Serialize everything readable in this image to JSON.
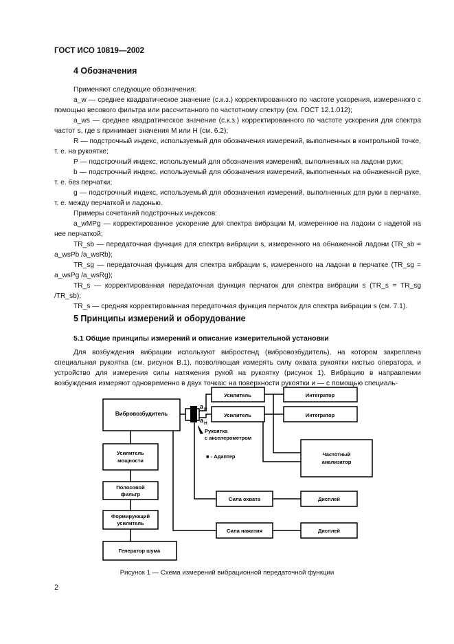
{
  "header": {
    "title": "ГОСТ ИСО 10819—2002"
  },
  "section4": {
    "title": "4 Обозначения",
    "lines": [
      "Применяют следующие обозначения:",
      "a_w — среднее квадратическое значение (с.к.з.) корректированного по частоте ускорения, измеренного с помощью весового фильтра или рассчитанного по частотному спектру (см. ГОСТ 12.1.012);",
      "a_ws — среднее квадратическое значение (с.к.з.) корректированного по частоте ускорения для спектра частот s, где s принимает значения M или H (см. 6.2);",
      "R — подстрочный индекс, используемый для обозначения измерений, выполненных в контрольной точке, т. е. на рукоятке;",
      "P — подстрочный индекс, используемый для обозначения измерений, выполненных на ладони руки;",
      "b — подстрочный индекс, используемый для обозначения измерений, выполненных на обнаженной руке, т. е. без перчатки;",
      "g — подстрочный индекс, используемый для обозначения измерений, выполненных для руки в перчатке, т. е. между перчаткой и ладонью.",
      "Примеры сочетаний подстрочных индексов:",
      "a_wMPg — корректированное ускорение для спектра вибрации M, измеренное на ладони с надетой на нее перчаткой;",
      "TR_sb — передаточная функция для спектра вибрации s, измеренного на обнаженной ладони (TR_sb = a_wsPb /a_wsRb);",
      "TR_sg — передаточная функция для спектра вибрации s, измеренного на ладони в перчатке (TR_sg = a_wsPg /a_wsRg);",
      "TR_s — корректированная передаточная функция перчаток для спектра вибрации s (TR_s = TR_sg /TR_sb);",
      "TR_s — средняя корректированная передаточная функция перчаток для спектра вибрации s (см. 7.1)."
    ]
  },
  "section5": {
    "title": "5 Принципы измерений и оборудование",
    "sub_title": "5.1 Общие принципы измерений и описание измерительной установки",
    "para": "Для возбуждения вибрации используют вибростенд (вибровозбудитель), на котором закреплена специальная рукоятка (см. рисунок В.1), позволяющая измерять силу охвата рукоятки кистью оператора, и устройство для измерения силы натяжения рукой на рукоятку (рисунок 1). Вибрацию в направлении возбуждения измеряют одновременно в двух точках: на поверхности рукоятки и — с помощью специаль-"
  },
  "figure": {
    "blocks": {
      "shaker": "Вибровозбудитель",
      "amp1": "Усилитель",
      "amp2": "Усилитель",
      "int1": "Интегратор",
      "int2": "Интегратор",
      "power_amp_1": "Усилитель",
      "power_amp_2": "мощности",
      "filter_1": "Полосовой",
      "filter_2": "фильтр",
      "shaping_1": "Формирующий",
      "shaping_2": "усилитель",
      "noise": "Генератор шума",
      "analyzer_1": "Частотный",
      "analyzer_2": "анализатор",
      "grip_force": "Сила охвата",
      "push_force": "Сила нажатия",
      "display1": "Дисплей",
      "display2": "Дисплей"
    },
    "labels": {
      "aR": "a",
      "aR_sub": "R",
      "aH": "a",
      "aH_sub": "H",
      "handle_1": "Рукоятка",
      "handle_2": "с акселерометром",
      "adapter": "■ - Адаптер"
    },
    "caption": "Рисунок 1 — Схема измерений вибрационной передаточной функции"
  },
  "page": {
    "number": "2"
  }
}
